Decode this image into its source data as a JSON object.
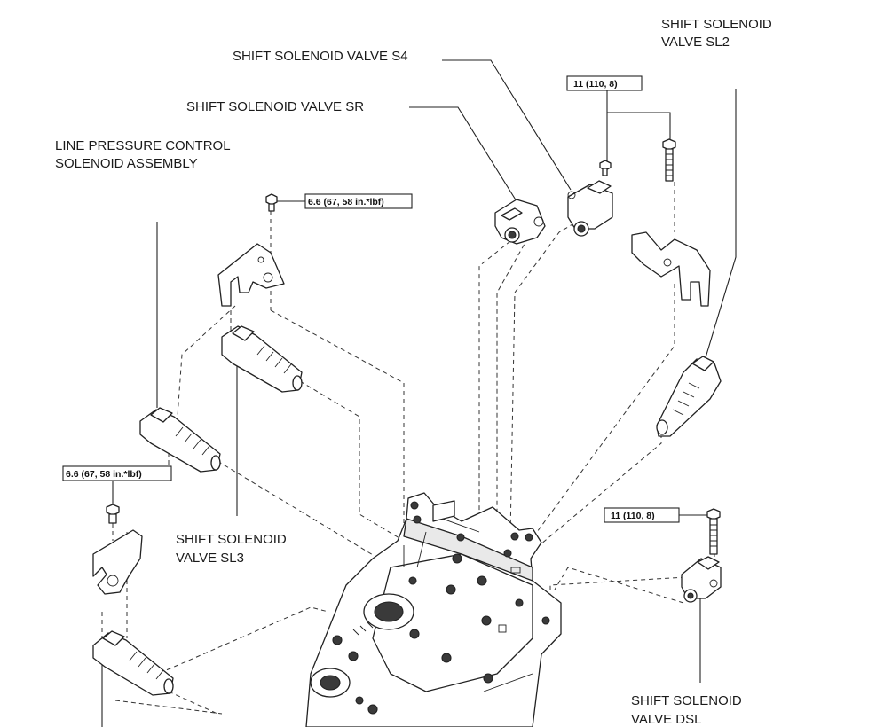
{
  "labels": {
    "shift_solenoid_s4": "SHIFT SOLENOID VALVE S4",
    "shift_solenoid_sr": "SHIFT SOLENOID VALVE SR",
    "line_pressure_line1": "LINE PRESSURE CONTROL",
    "line_pressure_line2": "SOLENOID ASSEMBLY",
    "sl2_line1": "SHIFT SOLENOID",
    "sl2_line2": "VALVE SL2",
    "sl3_line1": "SHIFT SOLENOID",
    "sl3_line2": "VALVE SL3",
    "dsl_line1": "SHIFT SOLENOID",
    "dsl_line2": "VALVE DSL"
  },
  "torque": {
    "top_right": "11 (110, 8)",
    "middle": "6.6 (67, 58 in.*lbf)",
    "left": "6.6 (67, 58 in.*lbf)",
    "lower_right": "11 (110, 8)"
  },
  "colors": {
    "line": "#222222",
    "background": "#ffffff"
  }
}
